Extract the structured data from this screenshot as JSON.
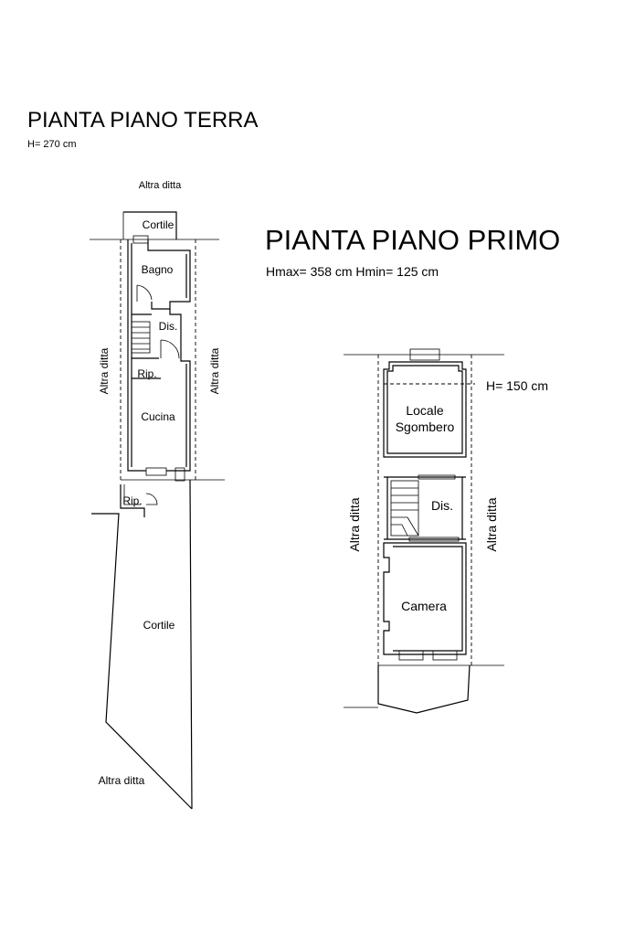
{
  "ground_floor": {
    "title": "PIANTA PIANO TERRA",
    "height": "H= 270 cm",
    "labels": {
      "altra_ditta_top": "Altra ditta",
      "cortile_top": "Cortile",
      "bagno": "Bagno",
      "dis": "Dis.",
      "altra_ditta_left": "Altra ditta",
      "altra_ditta_right": "Altra ditta",
      "rip_inner": "Rip.",
      "cucina": "Cucina",
      "rip_outer": "Rip.",
      "cortile_bottom": "Cortile",
      "altra_ditta_bottom": "Altra ditta"
    }
  },
  "first_floor": {
    "title": "PIANTA PIANO PRIMO",
    "heights": "Hmax= 358 cm   Hmin= 125 cm",
    "labels": {
      "h_150": "H= 150 cm",
      "locale": "Locale",
      "sgombero": "Sgombero",
      "dis": "Dis.",
      "altra_ditta_left": "Altra ditta",
      "altra_ditta_right": "Altra ditta",
      "camera": "Camera"
    }
  }
}
